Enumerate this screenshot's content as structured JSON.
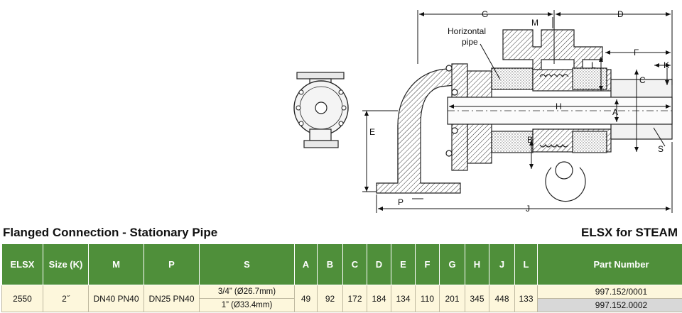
{
  "drawing": {
    "dims": [
      "G",
      "M",
      "D",
      "F",
      "K",
      "C",
      "L",
      "A",
      "H",
      "B",
      "S",
      "E",
      "P",
      "J"
    ],
    "callout": [
      "Horizontal",
      "pipe"
    ]
  },
  "section": {
    "title_left": "Flanged Connection - Stationary Pipe",
    "title_right": "ELSX for STEAM"
  },
  "table": {
    "headers": [
      "ELSX",
      "Size (K)",
      "M",
      "P",
      "S",
      "A",
      "B",
      "C",
      "D",
      "E",
      "F",
      "G",
      "H",
      "J",
      "L",
      "Part Number"
    ],
    "row": {
      "elsx": "2550",
      "size": "2˝",
      "m": "DN40 PN40",
      "p": "DN25 PN40",
      "s": [
        "3/4” (Ø26.7mm)",
        "1” (Ø33.4mm)"
      ],
      "a": "49",
      "b": "92",
      "c": "172",
      "d": "184",
      "e": "134",
      "f": "110",
      "g": "201",
      "h": "345",
      "j": "448",
      "l": "133",
      "part_numbers": [
        "997.152/0001",
        "997.152.0002"
      ]
    }
  },
  "colors": {
    "header_green": "#4f8f3a",
    "cell_cream": "#fdf7dc",
    "cell_grey": "#d8d8d8"
  }
}
